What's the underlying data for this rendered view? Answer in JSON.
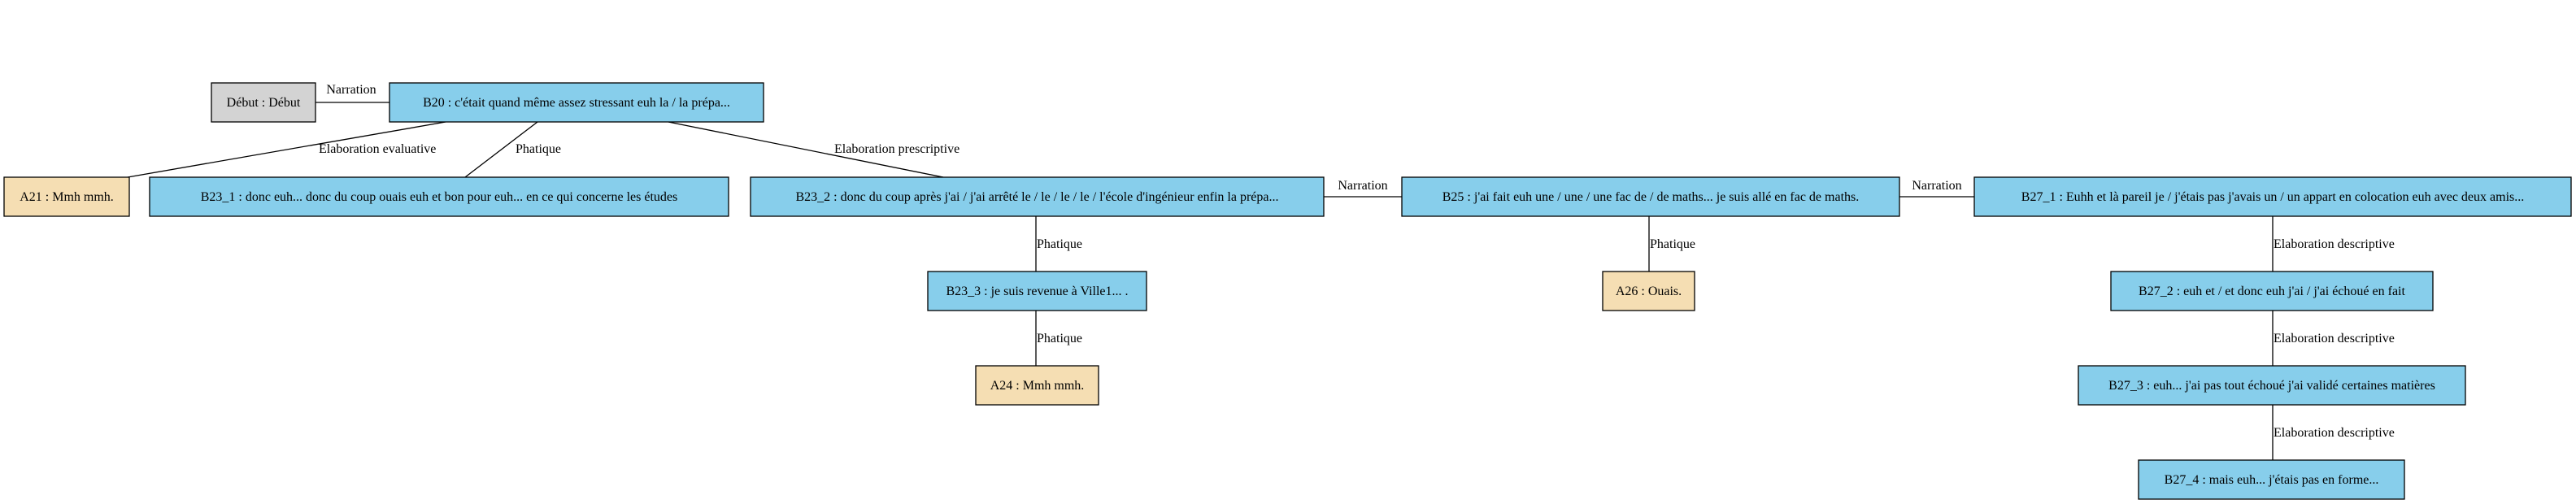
{
  "colors": {
    "start": "#d3d3d3",
    "speaker_b": "#87ceeb",
    "speaker_a": "#f5deb3",
    "stroke": "#000000"
  },
  "nodes": [
    {
      "id": "debut",
      "label": "Début : Début",
      "kind": "start"
    },
    {
      "id": "B20",
      "label": "B20 : c'était quand même assez stressant euh la / la prépa...",
      "kind": "speaker_b"
    },
    {
      "id": "A21",
      "label": "A21 : Mmh mmh.",
      "kind": "speaker_a"
    },
    {
      "id": "B23_1",
      "label": "B23_1 : donc euh... donc du coup ouais euh et bon pour euh... en ce qui concerne les études",
      "kind": "speaker_b"
    },
    {
      "id": "B23_2",
      "label": "B23_2 : donc du coup après j'ai / j'ai arrêté le / le / le / le / l'école d'ingénieur enfin la prépa...",
      "kind": "speaker_b"
    },
    {
      "id": "B25",
      "label": "B25 : j'ai fait euh une / une / une fac de / de maths... je suis allé en fac de maths.",
      "kind": "speaker_b"
    },
    {
      "id": "B27_1",
      "label": "B27_1 : Euhh et là pareil je / j'étais pas j'avais un / un appart en colocation euh avec deux amis...",
      "kind": "speaker_b"
    },
    {
      "id": "B23_3",
      "label": "B23_3 : je suis revenue à Ville1... .",
      "kind": "speaker_b"
    },
    {
      "id": "A26",
      "label": "A26 : Ouais.",
      "kind": "speaker_a"
    },
    {
      "id": "B27_2",
      "label": "B27_2 : euh et / et donc euh j'ai / j'ai échoué en fait",
      "kind": "speaker_b"
    },
    {
      "id": "A24",
      "label": "A24 : Mmh mmh.",
      "kind": "speaker_a"
    },
    {
      "id": "B27_3",
      "label": "B27_3 : euh... j'ai pas tout échoué j'ai validé certaines matières",
      "kind": "speaker_b"
    },
    {
      "id": "B27_4",
      "label": "B27_4 : mais euh... j'étais pas en forme...",
      "kind": "speaker_b"
    }
  ],
  "edges": [
    {
      "from": "debut",
      "to": "B20",
      "label": "Narration"
    },
    {
      "from": "B20",
      "to": "A21",
      "label": "Elaboration evaluative"
    },
    {
      "from": "B20",
      "to": "B23_1",
      "label": "Phatique"
    },
    {
      "from": "B20",
      "to": "B23_2",
      "label": "Elaboration prescriptive"
    },
    {
      "from": "B23_2",
      "to": "B25",
      "label": "Narration"
    },
    {
      "from": "B25",
      "to": "B27_1",
      "label": "Narration"
    },
    {
      "from": "B23_2",
      "to": "B23_3",
      "label": "Phatique"
    },
    {
      "from": "B25",
      "to": "A26",
      "label": "Phatique"
    },
    {
      "from": "B27_1",
      "to": "B27_2",
      "label": "Elaboration descriptive"
    },
    {
      "from": "B23_3",
      "to": "A24",
      "label": "Phatique"
    },
    {
      "from": "B27_2",
      "to": "B27_3",
      "label": "Elaboration descriptive"
    },
    {
      "from": "B27_3",
      "to": "B27_4",
      "label": "Elaboration descriptive"
    }
  ]
}
